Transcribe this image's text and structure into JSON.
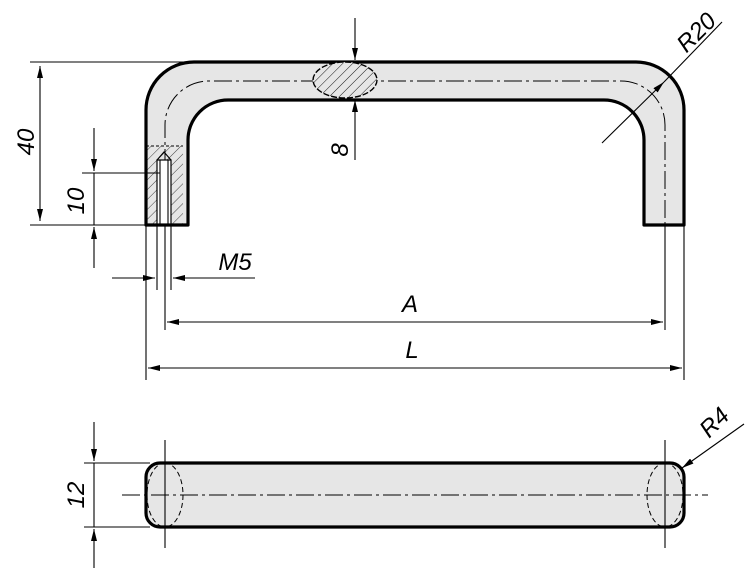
{
  "drawing": {
    "dimensions": {
      "height_40": "40",
      "thread_length_10": "10",
      "section_8": "8",
      "radius_r20": "R20",
      "thread_m5": "M5",
      "hole_spacing_a": "A",
      "overall_length_l": "L",
      "width_12": "12",
      "radius_r4": "R4"
    }
  }
}
